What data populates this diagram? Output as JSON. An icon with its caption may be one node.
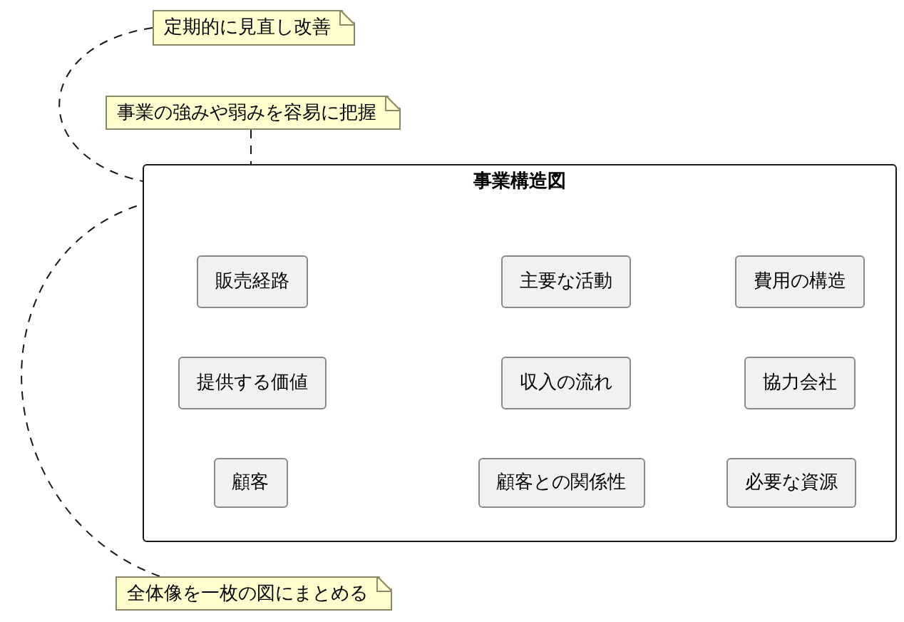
{
  "diagram": {
    "nodes": [
      {
        "text": [
          "定期的に見直し改善"
        ]
      },
      {
        "text": [
          "事業の強みや弱みを容易に把握"
        ]
      },
      {
        "text": [
          "事業構造図"
        ]
      },
      {
        "text": [
          "販売経路"
        ],
        "in": 2
      },
      {
        "text": [
          "主要な活動"
        ],
        "in": 2
      },
      {
        "text": [
          "費用の構造"
        ],
        "in": 2
      },
      {
        "text": [
          "提供する価値"
        ],
        "in": 2
      },
      {
        "text": [
          "収入の流れ"
        ],
        "in": 2
      },
      {
        "text": [
          "協力会社"
        ],
        "in": 2
      },
      {
        "text": [
          "顧客"
        ],
        "in": 2
      },
      {
        "text": [
          "顧客との関係性"
        ],
        "in": 2
      },
      {
        "text": [
          "必要な資源"
        ],
        "in": 2
      },
      {
        "text": [
          "全体像を一枚の図にまとめる"
        ]
      }
    ],
    "edges": [
      {
        "from": 0,
        "to": 2,
        "arrow": "none",
        "style": "dashed"
      },
      {
        "from": 1,
        "to": 2,
        "arrow": "none",
        "style": "dashed"
      },
      {
        "from": 12,
        "to": 2,
        "arrow": "none",
        "style": "dashed"
      }
    ]
  }
}
